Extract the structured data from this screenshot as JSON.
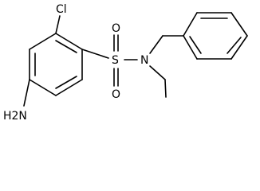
{
  "molecule": {
    "atom_labels": {
      "chlorine": "Cl",
      "amino": "H2N",
      "sulfur": "S",
      "oxygen_top": "O",
      "oxygen_bottom": "O",
      "nitrogen": "N"
    }
  }
}
